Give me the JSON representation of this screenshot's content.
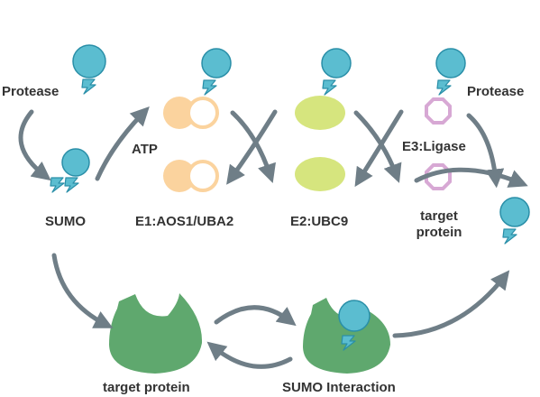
{
  "labels": {
    "protease_left": "Protease",
    "protease_right": "Protease",
    "atp": "ATP",
    "e3_ligase": "E3:Ligase",
    "sumo": "SUMO",
    "e1": "E1:AOS1/UBA2",
    "e2": "E2:UBC9",
    "target_protein_right": "target\nprotein",
    "target_protein_bottom": "target protein",
    "sumo_interaction": "SUMO Interaction"
  },
  "colors": {
    "sumo_fill": "#5bbdd0",
    "sumo_stroke": "#2a8fa8",
    "e1_fill": "#fbd39e",
    "e2_fill": "#d6e57e",
    "e3_stroke": "#d7a8d4",
    "target_fill": "#5fa86e",
    "arrow": "#6f7e87"
  }
}
